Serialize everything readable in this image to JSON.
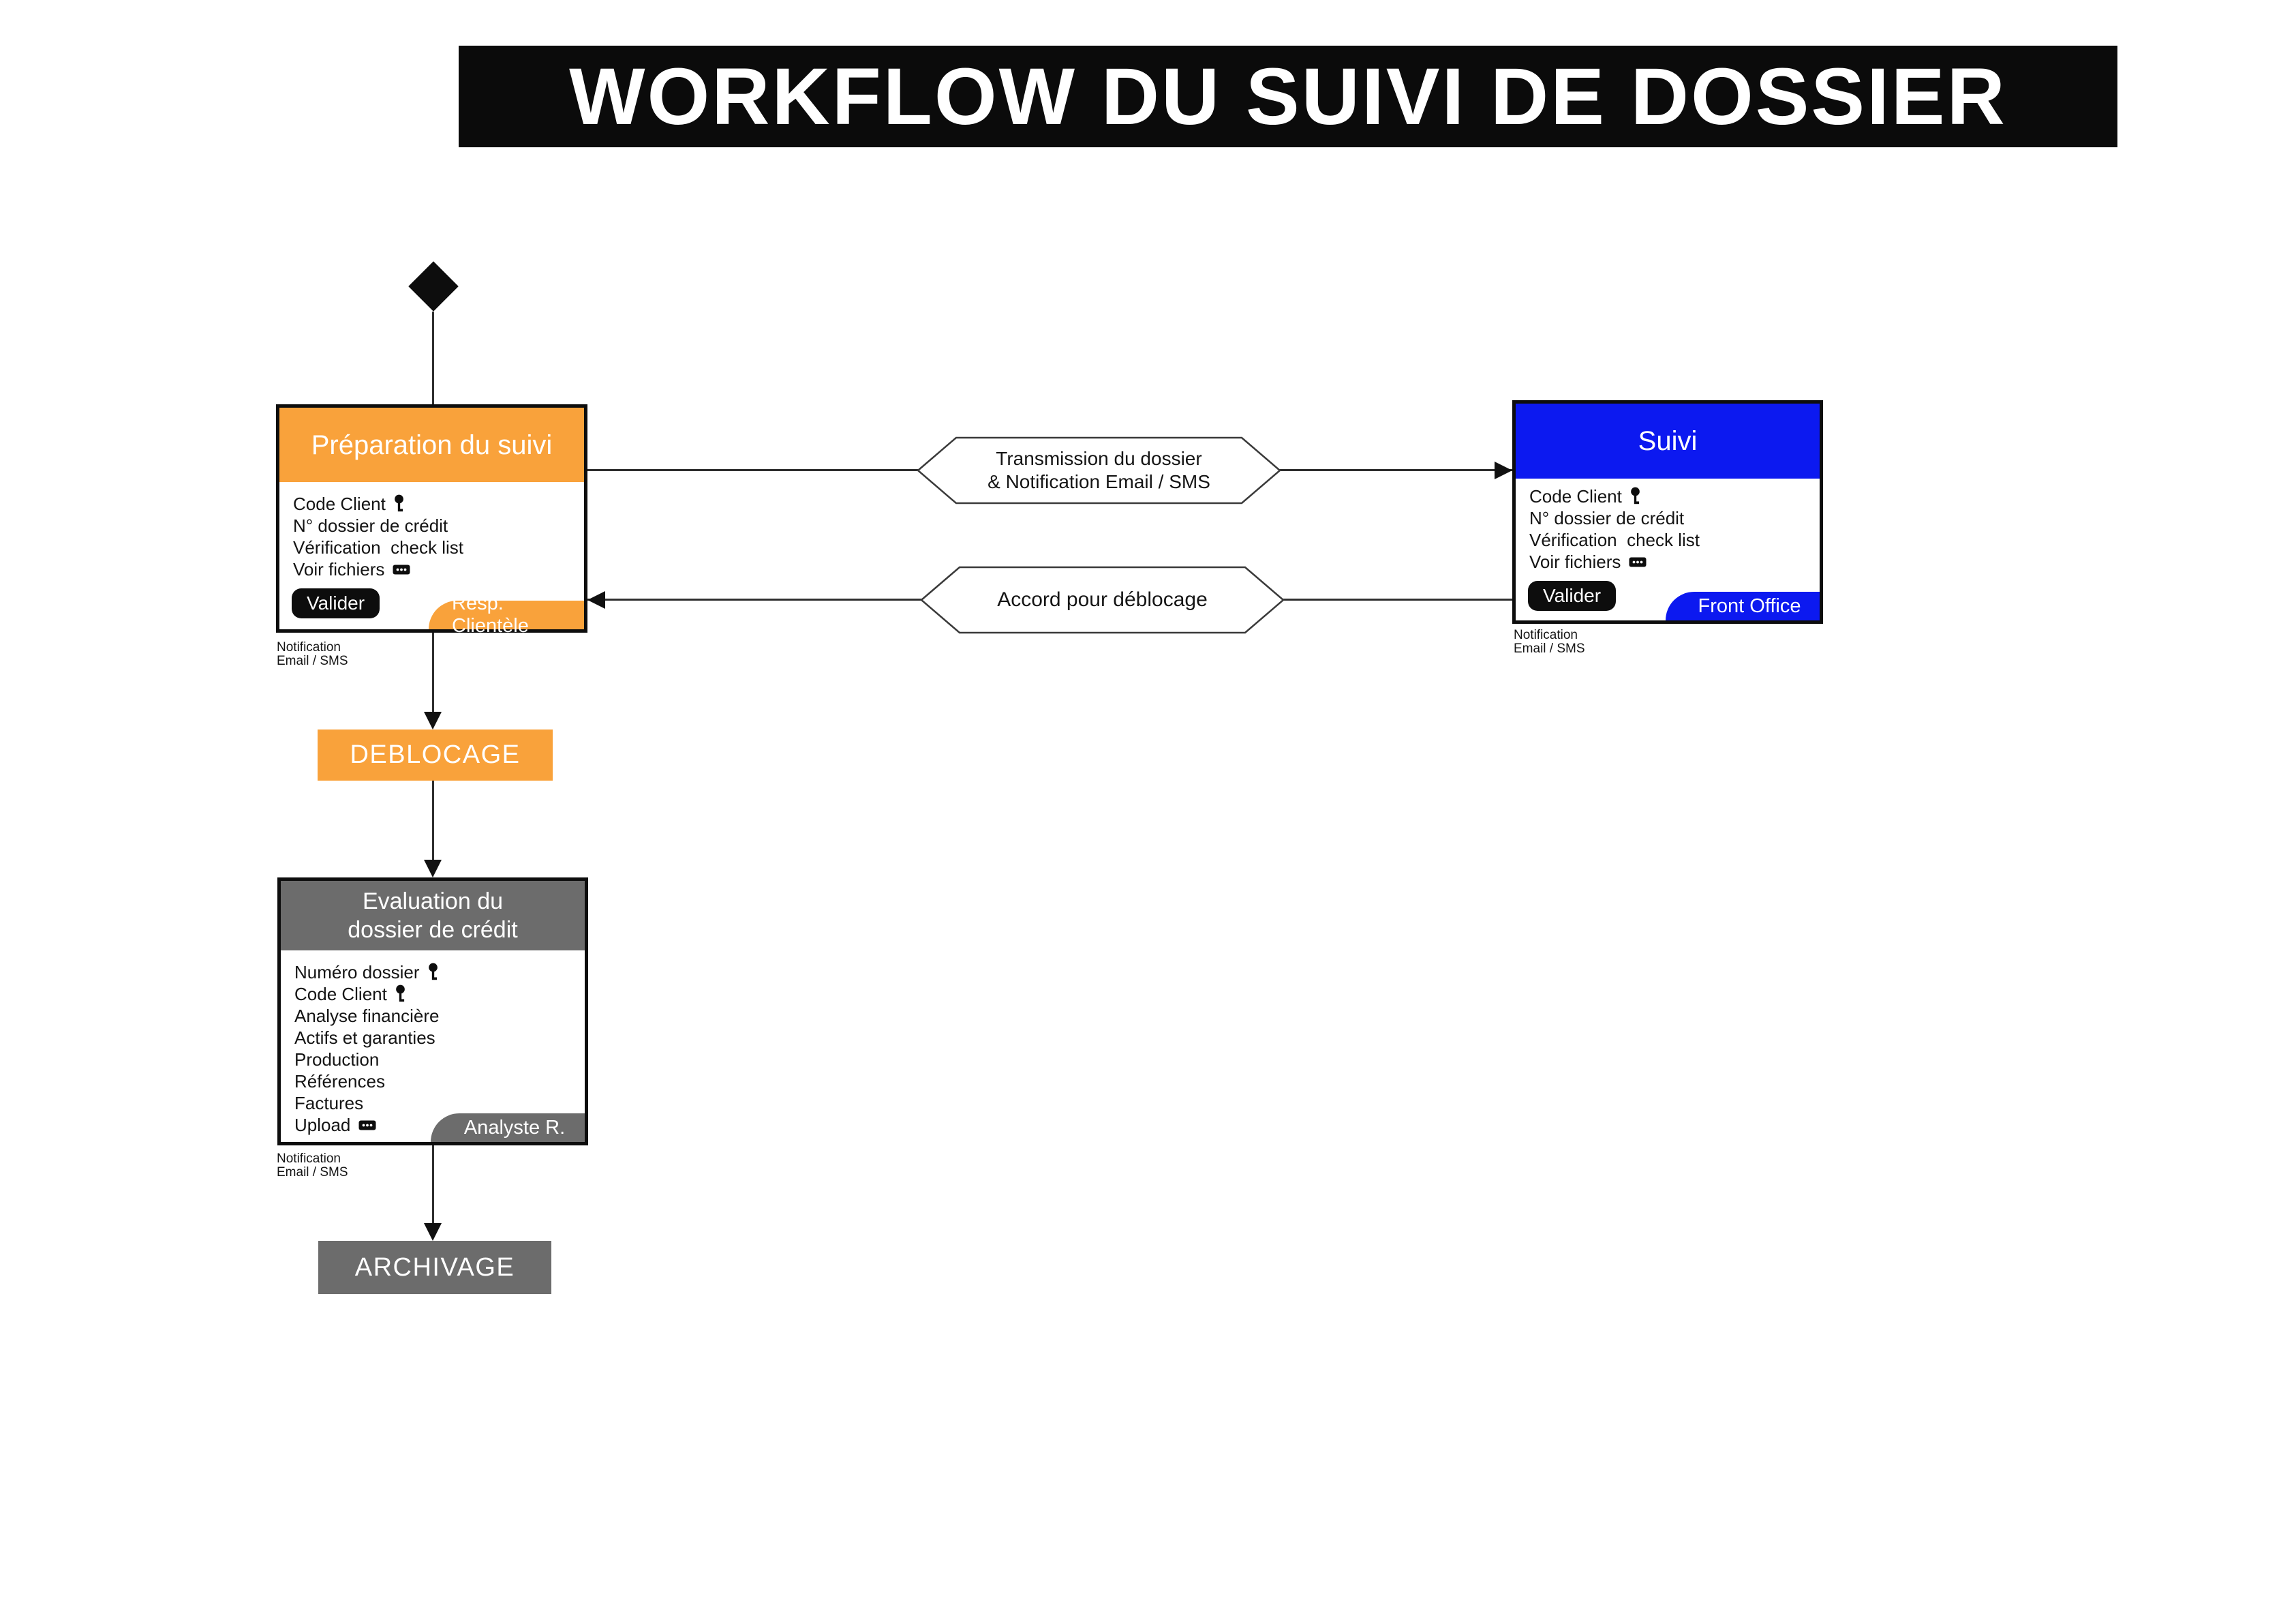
{
  "title": "WORKFLOW DU SUIVI DE DOSSIER",
  "colors": {
    "orange": "#F9A23B",
    "blue": "#0C19F0",
    "gray": "#6C6C6C",
    "ink": "#0D0D0D"
  },
  "shared": {
    "validate_button": "Valider",
    "notification_line1": "Notification",
    "notification_line2": "Email / SMS"
  },
  "nodes": {
    "preparation": {
      "title": "Préparation du suivi",
      "role": "Resp. Clientèle",
      "fields": [
        {
          "label": "Code Client",
          "icon": "key-icon"
        },
        {
          "label": "N° dossier de crédit",
          "icon": ""
        },
        {
          "label": "Vérification  check list",
          "icon": ""
        },
        {
          "label": "Voir fichiers",
          "icon": "ellipsis-icon"
        }
      ]
    },
    "suivi": {
      "title": "Suivi",
      "role": "Front Office",
      "fields": [
        {
          "label": "Code Client",
          "icon": "key-icon"
        },
        {
          "label": "N° dossier de crédit",
          "icon": ""
        },
        {
          "label": "Vérification  check list",
          "icon": ""
        },
        {
          "label": "Voir fichiers",
          "icon": "ellipsis-icon"
        }
      ]
    },
    "deblocage": {
      "label": "DEBLOCAGE"
    },
    "evaluation": {
      "title_line1": "Evaluation du",
      "title_line2": "dossier de crédit",
      "role": "Analyste R.",
      "fields": [
        {
          "label": "Numéro dossier",
          "icon": "key-icon"
        },
        {
          "label": "Code Client",
          "icon": "key-icon"
        },
        {
          "label": "Analyse financière",
          "icon": ""
        },
        {
          "label": "Actifs et garanties",
          "icon": ""
        },
        {
          "label": "Production",
          "icon": ""
        },
        {
          "label": "Références",
          "icon": ""
        },
        {
          "label": "Factures",
          "icon": ""
        },
        {
          "label": "Upload",
          "icon": "ellipsis-icon"
        }
      ]
    },
    "archivage": {
      "label": "ARCHIVAGE"
    }
  },
  "connectors": {
    "transmission_line1": "Transmission du dossier",
    "transmission_line2": "& Notification Email / SMS",
    "accord": "Accord pour déblocage"
  }
}
